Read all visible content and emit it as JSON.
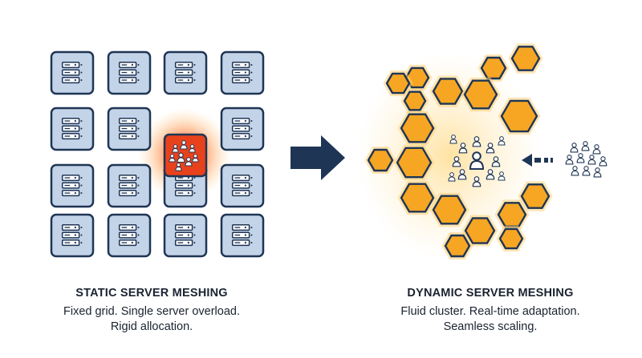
{
  "left": {
    "title": "STATIC SERVER MESHING",
    "line1": "Fixed grid. Single server overload.",
    "line2": "Rigid allocation."
  },
  "right": {
    "title": "DYNAMIC SERVER MESHING",
    "line1": "Fluid cluster. Real-time adaptation.",
    "line2": "Seamless scaling."
  },
  "colors": {
    "navy": "#1f3555",
    "tile_fill": "#c4d4e8",
    "overload": "#e8421c",
    "hex_fill": "#f6a623",
    "arrow": "#1f3555"
  },
  "icons": {
    "server": "server-stack-icon",
    "users": "users-group-icon",
    "arrow": "right-arrow-icon"
  }
}
